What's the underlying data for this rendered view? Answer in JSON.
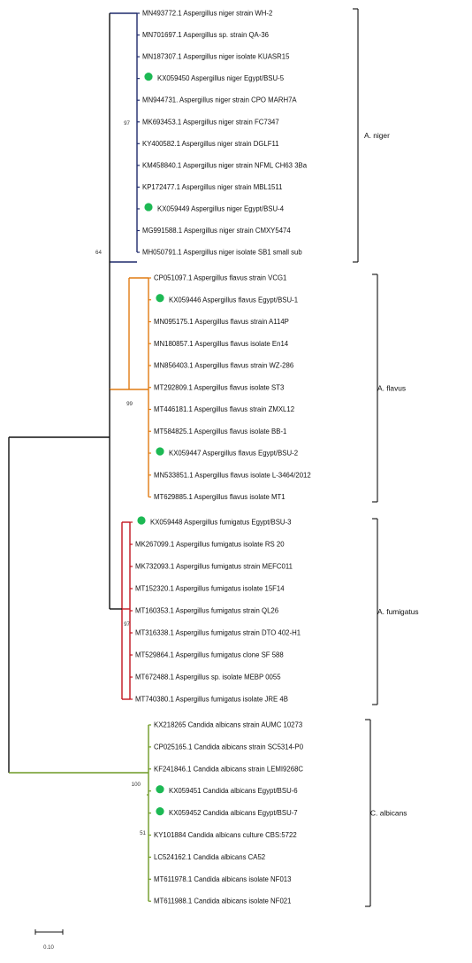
{
  "clades": [
    {
      "label": "A. niger",
      "color": "#1f2a6b",
      "bootstrap": "97",
      "leaves": [
        {
          "name": "MN493772.1 Aspergillus niger strain WH-2",
          "marked": false
        },
        {
          "name": "MN701697.1 Aspergillus sp. strain QA-36",
          "marked": false
        },
        {
          "name": "MN187307.1 Aspergillus niger isolate KUASR15",
          "marked": false
        },
        {
          "name": "KX059450 Aspergillus niger Egypt/BSU-5",
          "marked": true
        },
        {
          "name": "MN944731. Aspergillus niger strain CPO MARH7A",
          "marked": false
        },
        {
          "name": "MK693453.1 Aspergillus niger strain FC7347",
          "marked": false
        },
        {
          "name": "KY400582.1 Aspergillus niger strain DGLF11",
          "marked": false
        },
        {
          "name": "KM458840.1 Aspergillus niger strain NFML CH63 3Ba",
          "marked": false
        },
        {
          "name": "KP172477.1 Aspergillus niger strain MBL1511",
          "marked": false
        },
        {
          "name": "KX059449 Aspergillus niger Egypt/BSU-4",
          "marked": true
        },
        {
          "name": "MG991588.1 Aspergillus niger strain CMXY5474",
          "marked": false
        },
        {
          "name": "MH050791.1 Aspergillus niger isolate SB1 small sub",
          "marked": false
        }
      ]
    },
    {
      "label": "A. flavus",
      "color": "#e07b12",
      "bootstrap": "99",
      "leaves": [
        {
          "name": "CP051097.1 Aspergillus flavus strain VCG1",
          "marked": false
        },
        {
          "name": "KX059446 Aspergillus flavus Egypt/BSU-1",
          "marked": true
        },
        {
          "name": "MN095175.1 Aspergillus flavus strain A114P",
          "marked": false
        },
        {
          "name": "MN180857.1 Aspergillus flavus isolate En14",
          "marked": false
        },
        {
          "name": "MN856403.1 Aspergillus flavus strain WZ-286",
          "marked": false
        },
        {
          "name": "MT292809.1 Aspergillus flavus isolate ST3",
          "marked": false
        },
        {
          "name": "MT446181.1 Aspergillus flavus strain ZMXL12",
          "marked": false
        },
        {
          "name": "MT584825.1 Aspergillus flavus isolate BB-1",
          "marked": false
        },
        {
          "name": "KX059447 Aspergillus flavus Egypt/BSU-2",
          "marked": true
        },
        {
          "name": "MN533851.1 Aspergillus flavus isolate L-3464/2012",
          "marked": false
        },
        {
          "name": "MT629885.1 Aspergillus flavus isolate MT1",
          "marked": false
        }
      ]
    },
    {
      "label": "A. fumigatus",
      "color": "#c2141e",
      "bootstrap": "97",
      "leaves": [
        {
          "name": "KX059448 Aspergillus fumigatus Egypt/BSU-3",
          "marked": true
        },
        {
          "name": "MK267099.1 Aspergillus fumigatus isolate RS 20",
          "marked": false
        },
        {
          "name": "MK732093.1 Aspergillus fumigatus strain MEFC011",
          "marked": false
        },
        {
          "name": "MT152320.1 Aspergillus fumigatus isolate 15F14",
          "marked": false
        },
        {
          "name": "MT160353.1 Aspergillus fumigatus strain QL26",
          "marked": false
        },
        {
          "name": "MT316338.1 Aspergillus fumigatus strain DTO 402-H1",
          "marked": false
        },
        {
          "name": "MT529864.1 Aspergillus fumigatus clone SF 588",
          "marked": false
        },
        {
          "name": "MT672488.1 Aspergillus sp. isolate MEBP 0055",
          "marked": false
        },
        {
          "name": "MT740380.1 Aspergillus fumigatus isolate JRE 4B",
          "marked": false
        }
      ]
    },
    {
      "label": "C. albicans",
      "color": "#6f9a25",
      "bootstrap": "100",
      "bootstrap_inner": "51",
      "leaves": [
        {
          "name": "KX218265 Candida albicans strain AUMC 10273",
          "marked": false
        },
        {
          "name": "CP025165.1 Candida albicans strain SC5314-P0",
          "marked": false
        },
        {
          "name": "KF241846.1 Candida albicans strain LEMI9268C",
          "marked": false
        },
        {
          "name": "KX059451 Candida albicans Egypt/BSU-6",
          "marked": true
        },
        {
          "name": "KX059452 Candida albicans Egypt/BSU-7",
          "marked": true
        },
        {
          "name": "KY101884 Candida albicans culture CBS:5722",
          "marked": false
        },
        {
          "name": "LC524162.1 Candida albicans CA52",
          "marked": false
        },
        {
          "name": "MT611978.1 Candida albicans isolate NF013",
          "marked": false
        },
        {
          "name": "MT611988.1 Candida albicans isolate NF021",
          "marked": false
        }
      ]
    }
  ],
  "aspergillus_bootstrap": "64",
  "marker_color": "#1db954",
  "branch_color": "#111111",
  "scale_bar_label": "0.10"
}
